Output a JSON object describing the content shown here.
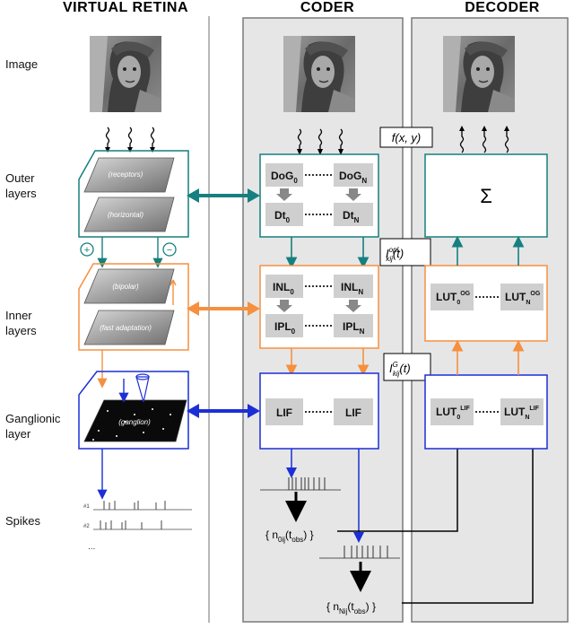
{
  "columns": {
    "retina": "VIRTUAL RETINA",
    "coder": "CODER",
    "decoder": "DECODER"
  },
  "rows": {
    "image": "Image",
    "outer_1": "Outer",
    "outer_2": "layers",
    "inner_1": "Inner",
    "inner_2": "layers",
    "gang_1": "Ganglionic",
    "gang_2": "layer",
    "spikes": "Spikes"
  },
  "retina": {
    "receptors": "(receptors)",
    "horizontal": "(horizontal)",
    "bipolar": "(bipolar)",
    "contrast": "(fast adaptation)",
    "ganglion": "(ganglion)",
    "plus": "+",
    "minus": "−",
    "spike_row_1": "#1",
    "spike_row_2": "#2",
    "ellipsis": "..."
  },
  "coder": {
    "outer": {
      "dog_base": "DoG",
      "dt_base": "Dt",
      "sub_0": "0",
      "sub_n": "N"
    },
    "inner": {
      "inl_base": "INL",
      "ipl_base": "IPL",
      "sub_0": "0",
      "sub_n": "N"
    },
    "gang": {
      "lif_left": "LIF",
      "lif_right": "LIF"
    },
    "f_label": "f(x, y)",
    "iopl_base": "I",
    "iopl_sup": "opl",
    "iopl_sub": "kij",
    "iopl_arg": "(t)",
    "ig_base": "I",
    "ig_sup": "G",
    "ig_sub": "kij",
    "ig_arg": "(t)",
    "n0_base": "n",
    "n0_sub": "0ij",
    "n0_arg_base": "t",
    "n0_arg_sub": "obs",
    "nn_base": "n",
    "nn_sub": "Nij",
    "nn_arg_base": "t",
    "nn_arg_sub": "obs"
  },
  "decoder": {
    "sigma": "Σ",
    "lut_base": "LUT",
    "lut_og": "OG",
    "lut_lif": "LIF",
    "sub_0": "0",
    "sub_n": "N"
  },
  "colors": {
    "teal": "#167f7f",
    "orange": "#f59040",
    "blue": "#1c2fd6",
    "panel_gray": "#e6e6e6",
    "panel_border": "#7a7a7a",
    "block_gray": "#cfcfcf"
  },
  "icons": {
    "double_arrow": "bidirectional-arrow",
    "wavy_arrow": "wavy-arrow",
    "lena_image": "lena-photo"
  }
}
